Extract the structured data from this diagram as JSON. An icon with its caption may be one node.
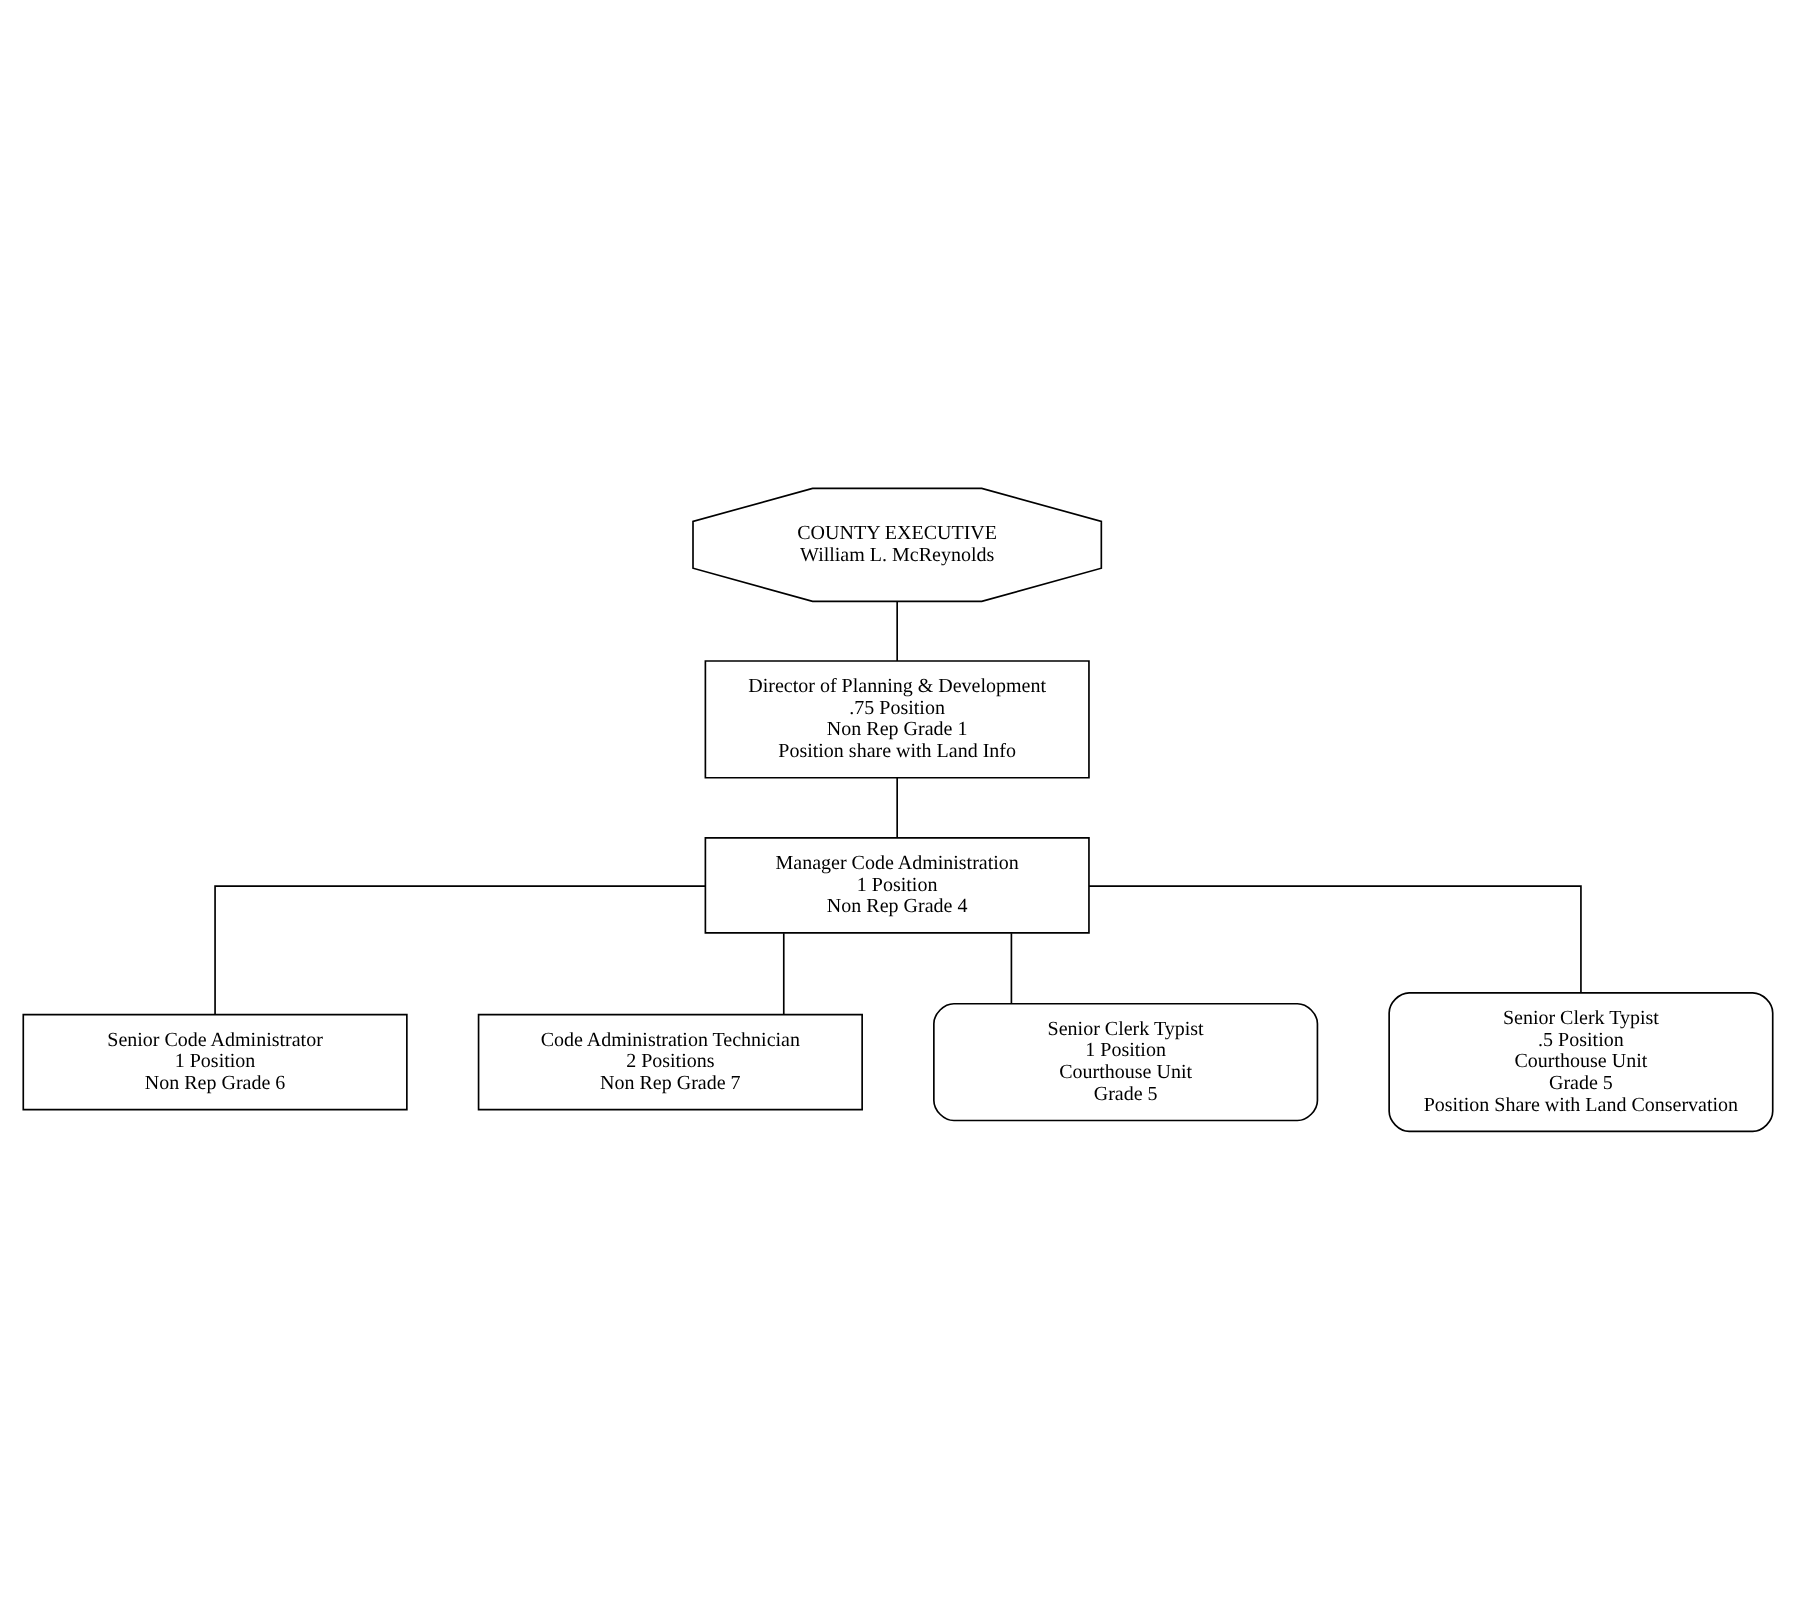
{
  "diagram": {
    "nodes": [
      {
        "text": [
          "COUNTY EXECUTIVE",
          "William L. McReynolds"
        ]
      },
      {
        "text": [
          "Director of Planning & Development",
          ".75 Position",
          "Non Rep Grade 1",
          "Position share with Land Info"
        ]
      },
      {
        "text": [
          "Manager Code Administration",
          "1 Position",
          "Non Rep Grade 4"
        ]
      },
      {
        "text": [
          "Senior Code Administrator",
          "1 Position",
          "Non Rep Grade 6"
        ]
      },
      {
        "text": [
          "Code Administration Technician",
          "2 Positions",
          "Non Rep Grade 7"
        ]
      },
      {
        "text": [
          "Senior Clerk Typist",
          "1 Position",
          "Courthouse Unit",
          "Grade 5"
        ]
      },
      {
        "text": [
          "Senior Clerk Typist",
          ".5 Position",
          "Courthouse Unit",
          "Grade 5",
          "Position Share with Land Conservation"
        ]
      }
    ],
    "edges": [
      {
        "from": 0,
        "to": 1,
        "arrow": "none"
      },
      {
        "from": 1,
        "to": 2,
        "arrow": "none"
      },
      {
        "from": 2,
        "to": 3,
        "arrow": "none"
      },
      {
        "from": 2,
        "to": 4,
        "arrow": "none"
      },
      {
        "from": 2,
        "to": 5,
        "arrow": "none"
      },
      {
        "from": 2,
        "to": 6,
        "arrow": "none"
      }
    ]
  }
}
